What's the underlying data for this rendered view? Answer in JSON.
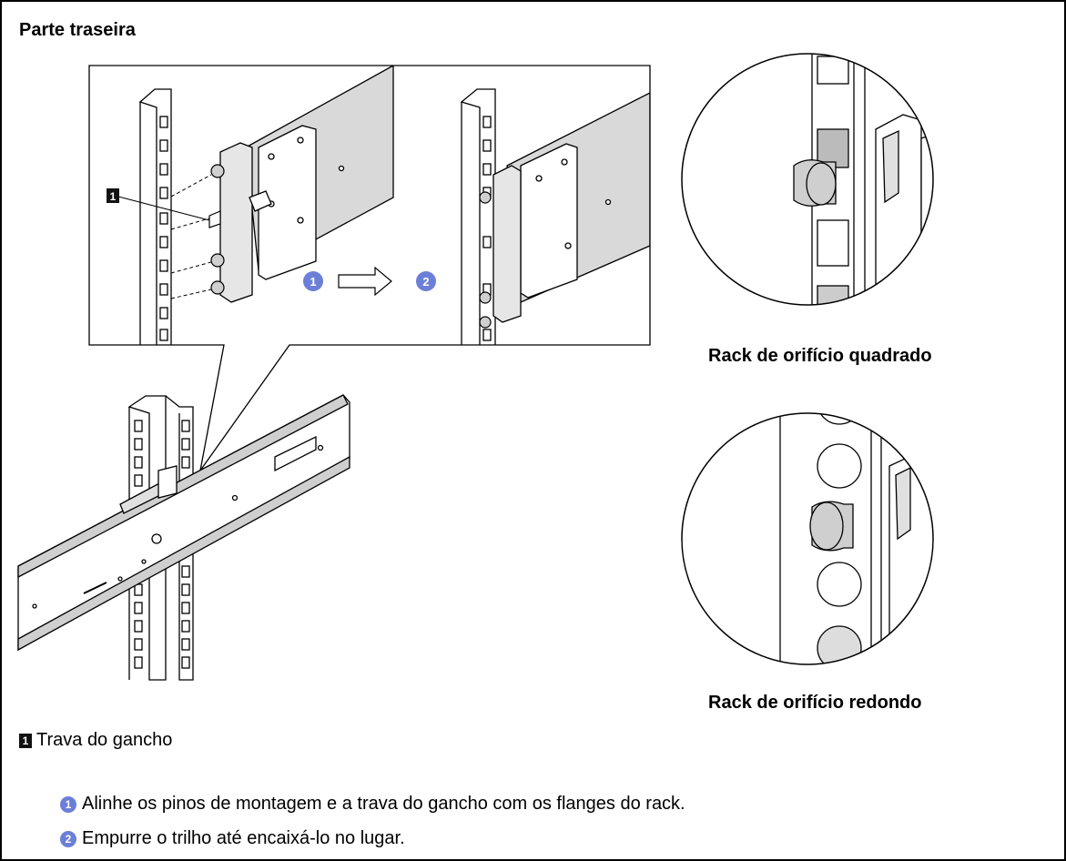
{
  "header": {
    "title": "Parte traseira"
  },
  "callout": {
    "key_label": "1",
    "step1": "1",
    "step2": "2"
  },
  "captions": {
    "square": "Rack de orifício quadrado",
    "round": "Rack de orifício redondo"
  },
  "legend": {
    "key": "1",
    "text": "Trava do gancho"
  },
  "steps": [
    {
      "num": "1",
      "text": "Alinhe os pinos de montagem e a trava do gancho com os flanges do rack."
    },
    {
      "num": "2",
      "text": "Empurre o trilho até encaixá-lo no lugar."
    }
  ],
  "colors": {
    "step_circle": "#6c7fd8",
    "rail_fill": "#d9d9d9",
    "line": "#000000"
  },
  "icons": {
    "arrow": "right-arrow-outline-icon"
  }
}
